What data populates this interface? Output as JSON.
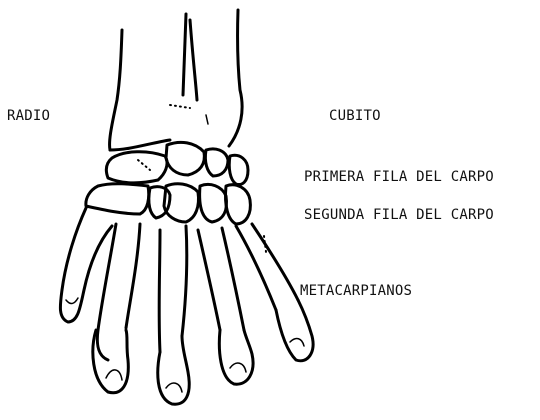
{
  "labels": {
    "radio": "RADIO",
    "cubito": "CUBITO",
    "primera_fila": "PRIMERA FILA DEL CARPO",
    "segunda_fila": "SEGUNDA FILA DEL CARPO",
    "metacarpianos": "METACARPIANOS"
  },
  "colors": {
    "ink": "#000000",
    "background": "#ffffff"
  }
}
